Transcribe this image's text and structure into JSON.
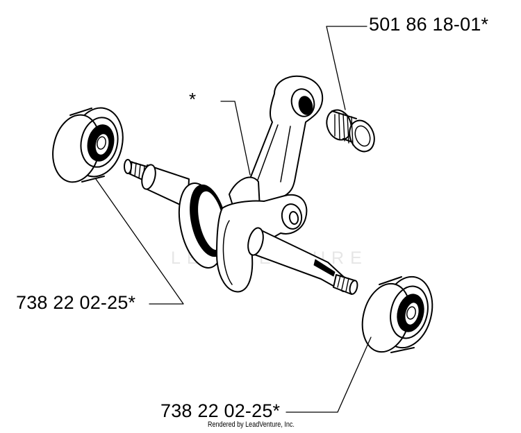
{
  "labels": {
    "needle_bearing": "501 86 18-01*",
    "left_bearing": "738 22 02-25*",
    "right_bearing": "738 22 02-25*",
    "crankshaft_star": "*"
  },
  "watermark": "LEADVENTURE",
  "credit": "Rendered by LeadVenture, Inc.",
  "colors": {
    "ink": "#000000",
    "paper": "#ffffff",
    "watermark": "#e6e6e6"
  }
}
